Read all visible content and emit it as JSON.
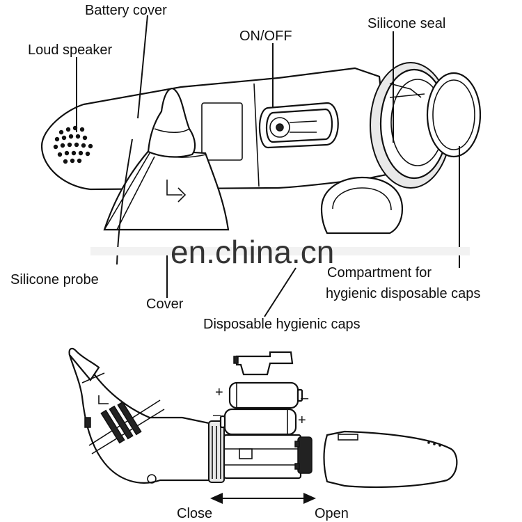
{
  "labels": {
    "battery_cover": "Battery cover",
    "loud_speaker": "Loud speaker",
    "on_off": "ON/OFF",
    "silicone_seal": "Silicone seal",
    "silicone_probe": "Silicone probe",
    "cover": "Cover",
    "disposable_caps": "Disposable hygienic caps",
    "compartment_line1": "Compartment for",
    "compartment_line2": "hygienic disposable caps",
    "close": "Close",
    "open": "Open"
  },
  "battery_polarity": {
    "top_left": "+",
    "top_right": "–",
    "bottom_left": "–",
    "bottom_right": "+"
  },
  "watermark": "en.china.cn"
}
